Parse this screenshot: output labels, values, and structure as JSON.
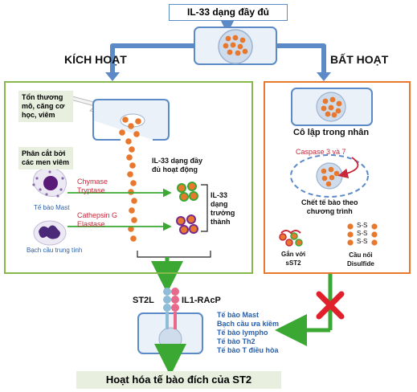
{
  "title": "IL-33 dạng đầy đủ",
  "branch_left": "KÍCH HOẠT",
  "branch_right": "BẤT HOẠT",
  "left": {
    "injury": [
      "Tổn thương",
      "mô, căng cơ",
      "học, viêm"
    ],
    "cleave": [
      "Phân cắt bởi",
      "các men viêm"
    ],
    "il33_full_active": [
      "IL-33 dạng đầy",
      "đủ hoạt động"
    ],
    "enzymes_mast": [
      "Chymase",
      "Tryptase"
    ],
    "enzymes_neutrophil": [
      "Cathepsin G",
      "Elastase"
    ],
    "mast_cell": "Tế bào Mast",
    "neutrophil": "Bạch cầu trung tính",
    "il33_mature": [
      "IL-33",
      "dạng",
      "trưởng",
      "thành"
    ]
  },
  "right": {
    "sequestered": "Cô lập trong nhân",
    "caspase": "Caspase 3 và 7",
    "apoptosis": [
      "Chết tế bào theo",
      "chương trình"
    ],
    "ss_label": "S-S",
    "bound": [
      "Gắn với",
      "sST2"
    ],
    "disulfide": [
      "Cầu nối",
      "Disulfide"
    ]
  },
  "receptor": {
    "st2l": "ST2L",
    "il1racp": "IL1-RAcP",
    "cells": [
      "Tế bào Mast",
      "Bạch cầu ưa kiềm",
      "Tế bào lympho",
      "Tế bào Th2",
      "Tế bào T điều hòa"
    ]
  },
  "final": "Hoạt hóa tế bào đích của ST2",
  "colors": {
    "dot": "#e8782e",
    "arrow_blue": "#5b8ac6",
    "arrow_green": "#3aa832",
    "border_green": "#86b84a",
    "border_orange": "#e8782e",
    "x_red": "#e0202a"
  }
}
